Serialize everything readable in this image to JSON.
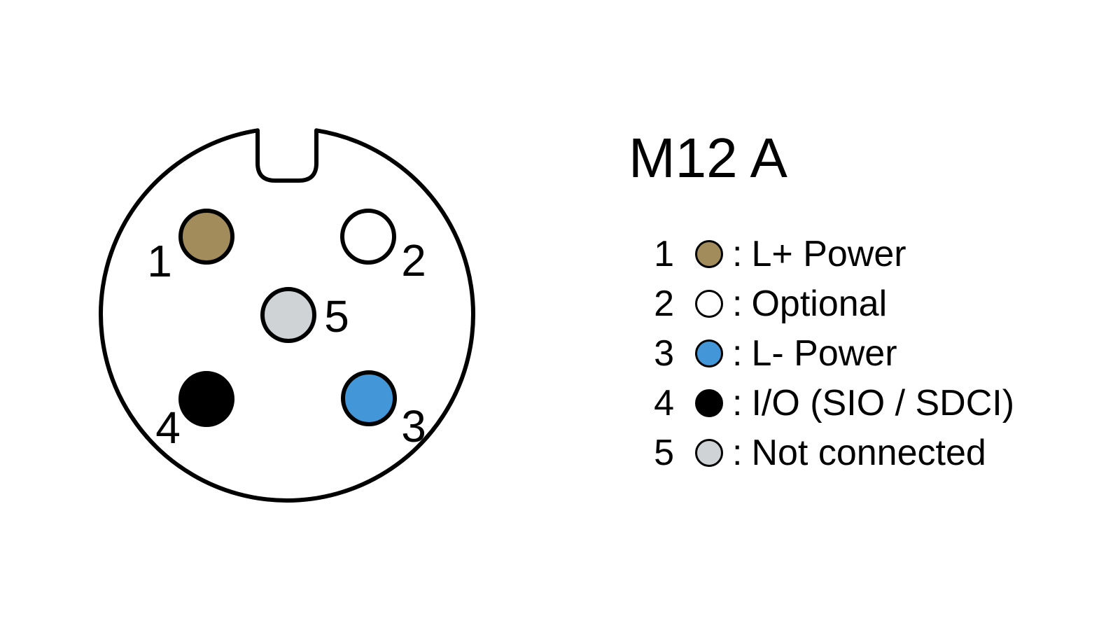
{
  "title": "M12 A",
  "legend_separator": ":",
  "pins": [
    {
      "number": "1",
      "color": "#a28c5b",
      "label": "L+ Power"
    },
    {
      "number": "2",
      "color": "#ffffff",
      "label": "Optional"
    },
    {
      "number": "3",
      "color": "#4397d8",
      "label": "L- Power"
    },
    {
      "number": "4",
      "color": "#000000",
      "label": "I/O (SIO / SDCI)"
    },
    {
      "number": "5",
      "color": "#cfd3d6",
      "label": "Not connected"
    }
  ],
  "colors": {
    "outline": "#000000",
    "background": "#ffffff"
  }
}
